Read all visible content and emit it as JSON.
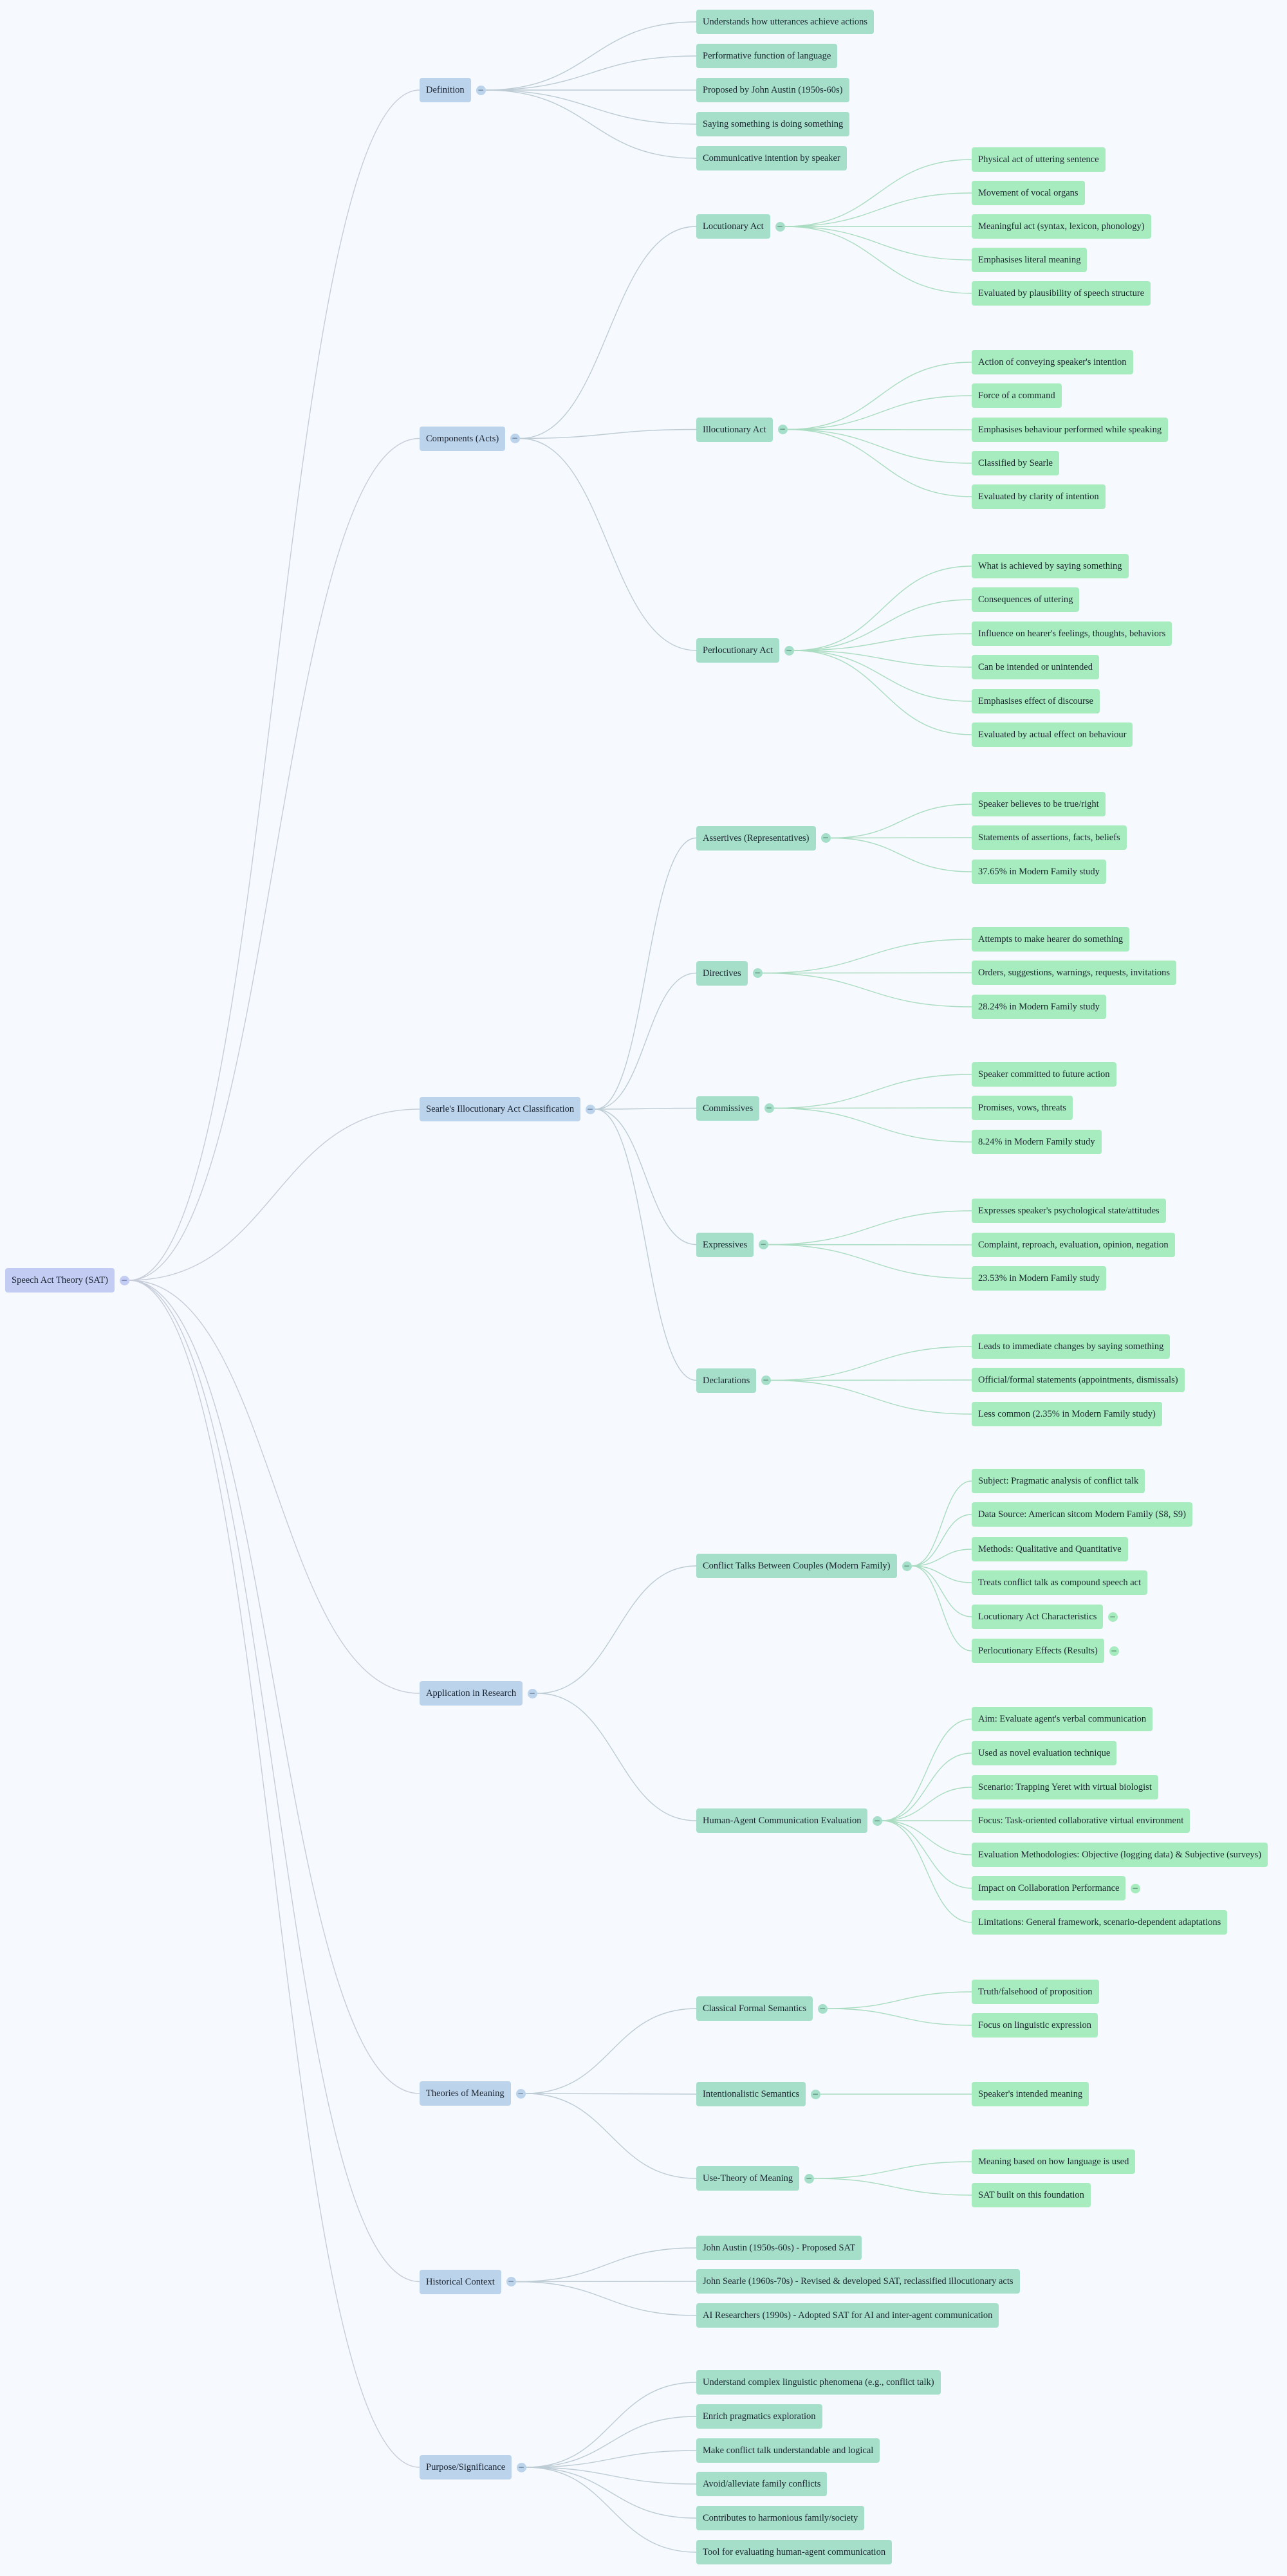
{
  "colors": {
    "background": "#f6f9fd",
    "root_node": "#c3cdf3",
    "branch_node": "#bcd3ec",
    "sub_node": "#a5dfca",
    "leaf_node": "#a7ecbf",
    "edge_root": "#c6cdd9",
    "edge_branch": "#bccbd4",
    "edge_sub": "#a9dcc0"
  },
  "toggle_symbol": "−",
  "root": {
    "label": "Speech Act Theory (SAT)",
    "children": [
      {
        "label": "Definition",
        "children": [
          {
            "label": "Understands how utterances achieve actions"
          },
          {
            "label": "Performative function of language"
          },
          {
            "label": "Proposed by John Austin (1950s-60s)"
          },
          {
            "label": "Saying something is doing something"
          },
          {
            "label": "Communicative intention by speaker"
          }
        ]
      },
      {
        "label": "Components (Acts)",
        "children": [
          {
            "label": "Locutionary Act",
            "children": [
              {
                "label": "Physical act of uttering sentence"
              },
              {
                "label": "Movement of vocal organs"
              },
              {
                "label": "Meaningful act (syntax, lexicon, phonology)"
              },
              {
                "label": "Emphasises literal meaning"
              },
              {
                "label": "Evaluated by plausibility of speech structure"
              }
            ]
          },
          {
            "label": "Illocutionary Act",
            "children": [
              {
                "label": "Action of conveying speaker's intention"
              },
              {
                "label": "Force of a command"
              },
              {
                "label": "Emphasises behaviour performed while speaking"
              },
              {
                "label": "Classified by Searle"
              },
              {
                "label": "Evaluated by clarity of intention"
              }
            ]
          },
          {
            "label": "Perlocutionary Act",
            "children": [
              {
                "label": "What is achieved by saying something"
              },
              {
                "label": "Consequences of uttering"
              },
              {
                "label": "Influence on hearer's feelings, thoughts, behaviors"
              },
              {
                "label": "Can be intended or unintended"
              },
              {
                "label": "Emphasises effect of discourse"
              },
              {
                "label": "Evaluated by actual effect on behaviour"
              }
            ]
          }
        ]
      },
      {
        "label": "Searle's Illocutionary Act Classification",
        "children": [
          {
            "label": "Assertives (Representatives)",
            "children": [
              {
                "label": "Speaker believes to be true/right"
              },
              {
                "label": "Statements of assertions, facts, beliefs"
              },
              {
                "label": "37.65% in Modern Family study"
              }
            ]
          },
          {
            "label": "Directives",
            "children": [
              {
                "label": "Attempts to make hearer do something"
              },
              {
                "label": "Orders, suggestions, warnings, requests, invitations"
              },
              {
                "label": "28.24% in Modern Family study"
              }
            ]
          },
          {
            "label": "Commissives",
            "children": [
              {
                "label": "Speaker committed to future action"
              },
              {
                "label": "Promises, vows, threats"
              },
              {
                "label": "8.24% in Modern Family study"
              }
            ]
          },
          {
            "label": "Expressives",
            "children": [
              {
                "label": "Expresses speaker's psychological state/attitudes"
              },
              {
                "label": "Complaint, reproach, evaluation, opinion, negation"
              },
              {
                "label": "23.53% in Modern Family study"
              }
            ]
          },
          {
            "label": "Declarations",
            "children": [
              {
                "label": "Leads to immediate changes by saying something"
              },
              {
                "label": "Official/formal statements (appointments, dismissals)"
              },
              {
                "label": "Less common (2.35% in Modern Family study)"
              }
            ]
          }
        ]
      },
      {
        "label": "Application in Research",
        "children": [
          {
            "label": "Conflict Talks Between Couples (Modern Family)",
            "children": [
              {
                "label": "Subject: Pragmatic analysis of conflict talk"
              },
              {
                "label": "Data Source: American sitcom Modern Family (S8, S9)"
              },
              {
                "label": "Methods: Qualitative and Quantitative"
              },
              {
                "label": "Treats conflict talk as compound speech act"
              },
              {
                "label": "Locutionary Act Characteristics",
                "collapsible": true
              },
              {
                "label": "Perlocutionary Effects (Results)",
                "collapsible": true
              }
            ]
          },
          {
            "label": "Human-Agent Communication Evaluation",
            "children": [
              {
                "label": "Aim: Evaluate agent's verbal communication"
              },
              {
                "label": "Used as novel evaluation technique"
              },
              {
                "label": "Scenario: Trapping Yeret with virtual biologist"
              },
              {
                "label": "Focus: Task-oriented collaborative virtual environment"
              },
              {
                "label": "Evaluation Methodologies: Objective (logging data) & Subjective (surveys)"
              },
              {
                "label": "Impact on Collaboration Performance",
                "collapsible": true
              },
              {
                "label": "Limitations: General framework, scenario-dependent adaptations"
              }
            ]
          }
        ]
      },
      {
        "label": "Theories of Meaning",
        "children": [
          {
            "label": "Classical Formal Semantics",
            "children": [
              {
                "label": "Truth/falsehood of proposition"
              },
              {
                "label": "Focus on linguistic expression"
              }
            ]
          },
          {
            "label": "Intentionalistic Semantics",
            "children": [
              {
                "label": "Speaker's intended meaning"
              }
            ]
          },
          {
            "label": "Use-Theory of Meaning",
            "children": [
              {
                "label": "Meaning based on how language is used"
              },
              {
                "label": "SAT built on this foundation"
              }
            ]
          }
        ]
      },
      {
        "label": "Historical Context",
        "children": [
          {
            "label": "John Austin (1950s-60s) - Proposed SAT"
          },
          {
            "label": "John Searle (1960s-70s) - Revised & developed SAT, reclassified illocutionary acts"
          },
          {
            "label": "AI Researchers (1990s) - Adopted SAT for AI and inter-agent communication"
          }
        ]
      },
      {
        "label": "Purpose/Significance",
        "children": [
          {
            "label": "Understand complex linguistic phenomena (e.g., conflict talk)"
          },
          {
            "label": "Enrich pragmatics exploration"
          },
          {
            "label": "Make conflict talk understandable and logical"
          },
          {
            "label": "Avoid/alleviate family conflicts"
          },
          {
            "label": "Contributes to harmonious family/society"
          },
          {
            "label": "Tool for evaluating human-agent communication"
          }
        ]
      }
    ]
  }
}
